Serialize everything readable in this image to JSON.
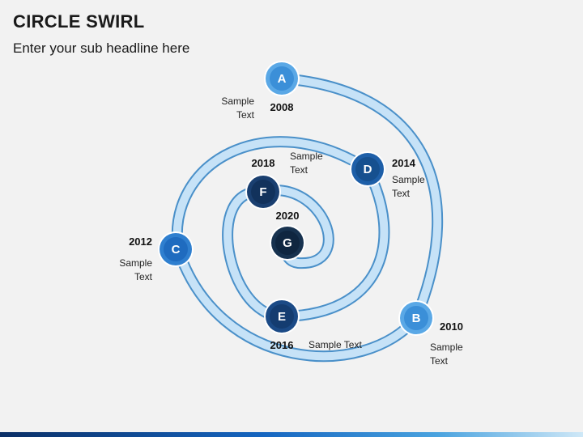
{
  "title": "CIRCLE SWIRL",
  "subtitle": "Enter your sub headline here",
  "colors": {
    "track_fill": "#c6e2f7",
    "track_stroke": "#4a90c9",
    "background": "#f2f2f2"
  },
  "milestones": [
    {
      "letter": "A",
      "year": "2008",
      "text": [
        "Sample",
        "Text"
      ],
      "ring": "#5aa8e6",
      "core": "#3b8fd8"
    },
    {
      "letter": "B",
      "year": "2010",
      "text": [
        "Sample",
        "Text"
      ],
      "ring": "#5aa8e6",
      "core": "#3b8fd8"
    },
    {
      "letter": "C",
      "year": "2012",
      "text": [
        "Sample",
        "Text"
      ],
      "ring": "#2f7fcf",
      "core": "#1f6bbf"
    },
    {
      "letter": "D",
      "year": "2014",
      "text": [
        "Sample",
        "Text"
      ],
      "ring": "#1e5fa8",
      "core": "#16508f"
    },
    {
      "letter": "E",
      "year": "2016",
      "text": [
        "Sample Text"
      ],
      "ring": "#1b4a86",
      "core": "#143c70"
    },
    {
      "letter": "F",
      "year": "2018",
      "text": [
        "Sample",
        "Text"
      ],
      "ring": "#1a3f70",
      "core": "#12325c"
    },
    {
      "letter": "G",
      "year": "2020",
      "text": [],
      "ring": "#17324f",
      "core": "#0f2640"
    }
  ]
}
